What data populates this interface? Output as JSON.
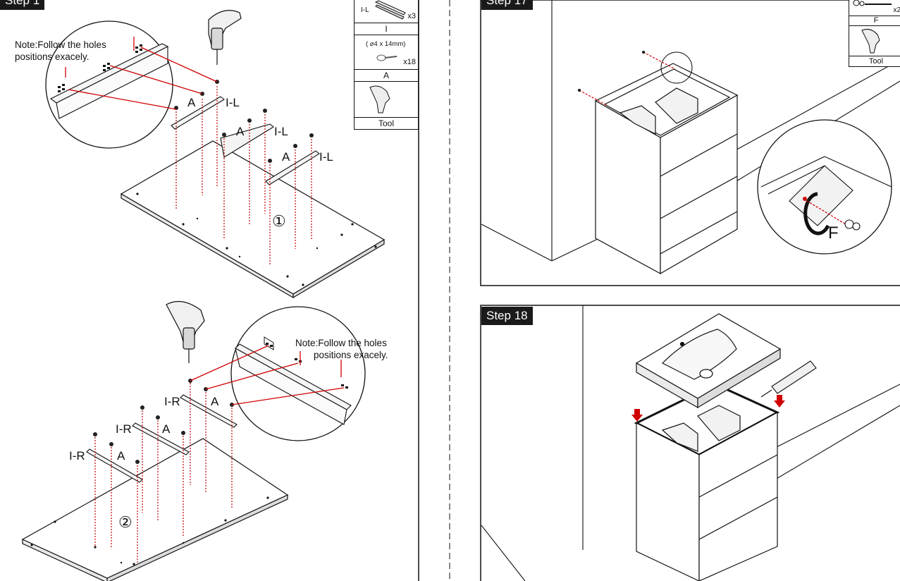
{
  "left_page": {
    "step_label": "Step 1",
    "note_top": "Note:Follow the holes\npositions exacely.",
    "note_bottom_line1": "Note:Follow the holes",
    "note_bottom_line2": "positions exacely.",
    "labels_top": {
      "a": "A",
      "il": "I-L"
    },
    "labels_bottom": {
      "a": "A",
      "ir": "I-R"
    },
    "circled_1": "①",
    "circled_2": "②",
    "parts": {
      "rail_letter": "I-L",
      "rail_qty": "x3",
      "rail_id": "I",
      "screw_spec": "( ⌀4 x 14mm)",
      "screw_qty": "x18",
      "screw_id": "A",
      "tool_label": "Tool"
    }
  },
  "right_page": {
    "step17_label": "Step 17",
    "step18_label": "Step 18",
    "parts": {
      "qty": "x2",
      "id": "F",
      "tool_label": "Tool"
    },
    "detail_letter": "F"
  },
  "colors": {
    "accent": "#d00000",
    "ink": "#111111"
  }
}
